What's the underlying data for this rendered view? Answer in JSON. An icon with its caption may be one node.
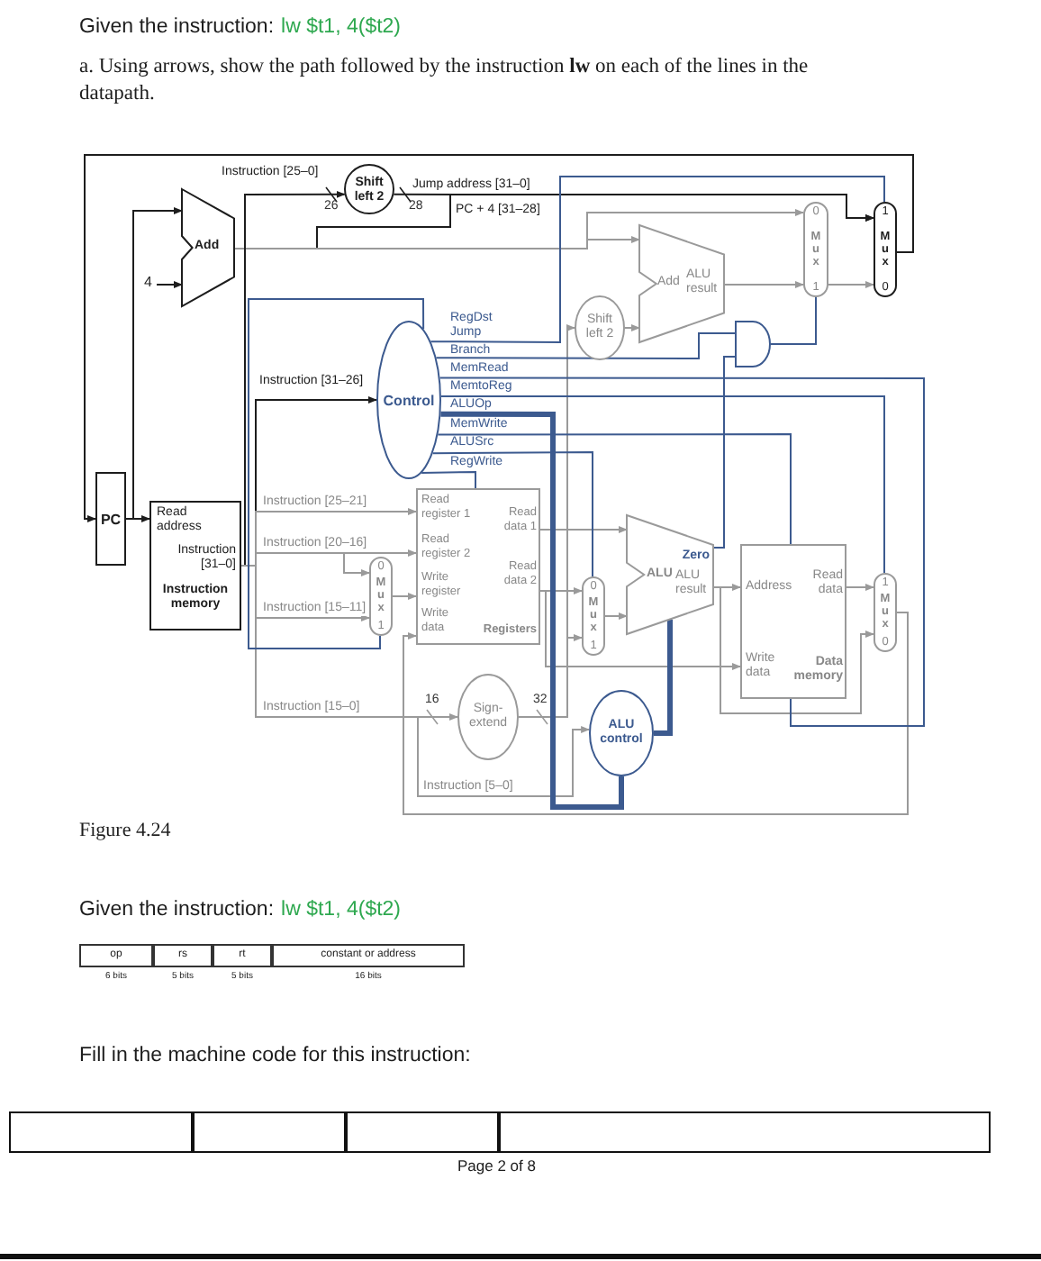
{
  "diagram": {
    "nodes": [
      {
        "text": [
          "PC"
        ]
      },
      {
        "text": [
          "Add"
        ]
      },
      {
        "text": [
          "4"
        ]
      },
      {
        "text": [
          "Read address",
          "Instruction [31–0]",
          "Instruction memory"
        ]
      },
      {
        "text": [
          "Shift left 2"
        ]
      },
      {
        "text": [
          "Control"
        ]
      },
      {
        "text": [
          "0",
          "Mux",
          "1"
        ]
      },
      {
        "text": [
          "Read register 1",
          "Read register 2",
          "Write register",
          "Write data",
          "Read data 1",
          "Read data 2",
          "Registers"
        ]
      },
      {
        "text": [
          "Sign-extend"
        ]
      },
      {
        "text": [
          "ALU control"
        ]
      },
      {
        "text": [
          "0",
          "Mux",
          "1"
        ]
      },
      {
        "text": [
          "Zero",
          "ALU",
          "ALU result"
        ]
      },
      {
        "text": [
          "Address",
          "Read data",
          "Write data",
          "Data memory"
        ]
      },
      {
        "text": [
          "1",
          "Mux",
          "0"
        ]
      },
      {
        "text": [
          "Shift left 2"
        ]
      },
      {
        "text": [
          "Add",
          "ALU result"
        ]
      },
      {
        "text": [
          "0",
          "Mux",
          "1"
        ]
      },
      {
        "text": [
          "1",
          "Mux",
          "0"
        ]
      },
      {
        "text": [],
        "shape": "gate"
      }
    ],
    "edges": [
      {
        "from": 0,
        "to": 3,
        "arrow": "to",
        "color": "#1d1d1d"
      },
      {
        "from": 0,
        "to": 1,
        "arrow": "to",
        "color": "#1d1d1d"
      },
      {
        "from": 2,
        "to": 1,
        "arrow": "to",
        "color": "#1d1d1d"
      },
      {
        "from": 4,
        "to": 17,
        "arrow": "to",
        "color": "#1d1d1d",
        "label": "Jump address [31–0]"
      },
      {
        "from": 1,
        "to": 17,
        "arrow": "to",
        "color": "#1d1d1d",
        "label": "PC + 4 [31–28]"
      },
      {
        "from": 1,
        "to": 15,
        "arrow": "to"
      },
      {
        "from": 1,
        "to": 16,
        "arrow": "to"
      },
      {
        "from": 3,
        "to": 4,
        "arrow": "to",
        "color": "#1d1d1d",
        "label": "Instruction [25–0]"
      },
      {
        "from": 3,
        "to": 5,
        "arrow": "to",
        "color": "#1d1d1d",
        "label": "Instruction [31–26]"
      },
      {
        "from": 3,
        "to": 7,
        "arrow": "to",
        "label": "Instruction [25–21]"
      },
      {
        "from": 3,
        "to": 7,
        "arrow": "to",
        "label": "Instruction [20–16]"
      },
      {
        "from": 3,
        "to": 6,
        "arrow": "to"
      },
      {
        "from": 3,
        "to": 6,
        "arrow": "to",
        "label": "Instruction [15–11]"
      },
      {
        "from": 3,
        "to": 8,
        "arrow": "to",
        "label": "Instruction [15–0]"
      },
      {
        "from": 6,
        "to": 7,
        "arrow": "to"
      },
      {
        "from": 7,
        "to": 11,
        "arrow": "to"
      },
      {
        "from": 7,
        "to": 10,
        "arrow": "to"
      },
      {
        "from": 7,
        "to": 12,
        "arrow": "to"
      },
      {
        "from": 8,
        "to": 10,
        "arrow": "to"
      },
      {
        "from": 8,
        "to": 14,
        "arrow": "to"
      },
      {
        "from": 14,
        "to": 15,
        "arrow": "to"
      },
      {
        "from": 15,
        "to": 16,
        "arrow": "to"
      },
      {
        "from": 16,
        "to": 17,
        "arrow": "to"
      },
      {
        "from": 17,
        "to": 0,
        "arrow": "to",
        "color": "#1d1d1d"
      },
      {
        "from": 11,
        "to": 12,
        "arrow": "to"
      },
      {
        "from": 11,
        "to": 13,
        "arrow": "to"
      },
      {
        "from": 12,
        "to": 13,
        "arrow": "to"
      },
      {
        "from": 13,
        "to": 7,
        "arrow": "to"
      },
      {
        "from": 10,
        "to": 11,
        "arrow": "to"
      },
      {
        "from": 9,
        "to": 11,
        "arrow": "none",
        "style": "thick",
        "color": "#3c5a8f"
      },
      {
        "from": 3,
        "to": 9,
        "arrow": "to",
        "label": "Instruction [5–0]"
      },
      {
        "from": 5,
        "to": 6,
        "arrow": "none",
        "color": "#3c5a8f",
        "label": "RegDst"
      },
      {
        "from": 5,
        "to": 17,
        "arrow": "none",
        "color": "#3c5a8f",
        "label": "Jump"
      },
      {
        "from": 5,
        "to": 18,
        "arrow": "none",
        "color": "#3c5a8f",
        "label": "Branch"
      },
      {
        "from": 5,
        "to": 12,
        "arrow": "none",
        "color": "#3c5a8f",
        "label": "MemRead"
      },
      {
        "from": 5,
        "to": 13,
        "arrow": "none",
        "color": "#3c5a8f",
        "label": "MemtoReg"
      },
      {
        "from": 5,
        "to": 9,
        "arrow": "none",
        "style": "thick",
        "color": "#3c5a8f",
        "label": "ALUOp"
      },
      {
        "from": 5,
        "to": 12,
        "arrow": "none",
        "color": "#3c5a8f",
        "label": "MemWrite"
      },
      {
        "from": 5,
        "to": 10,
        "arrow": "none",
        "color": "#3c5a8f",
        "label": "ALUSrc"
      },
      {
        "from": 5,
        "to": 7,
        "arrow": "none",
        "color": "#3c5a8f",
        "label": "RegWrite"
      },
      {
        "from": 18,
        "to": 16,
        "arrow": "none",
        "color": "#3c5a8f"
      },
      {
        "from": 11,
        "to": 18,
        "arrow": "none",
        "color": "#3c5a8f"
      }
    ],
    "labels": [
      "Given the instruction:",
      "lw $t1, 4($t2)",
      "a. Using arrows, show the path followed by the instruction **lw** on each of the lines in the datapath.",
      "26",
      "28",
      "16",
      "32",
      "Figure 4.24",
      "Given the instruction:",
      "lw $t1, 4($t2)",
      "op",
      "rs",
      "rt",
      "constant or address",
      "6 bits",
      "5 bits",
      "5 bits",
      "16 bits",
      "Fill in the machine code for this instruction:",
      "Page 2 of 8"
    ]
  }
}
